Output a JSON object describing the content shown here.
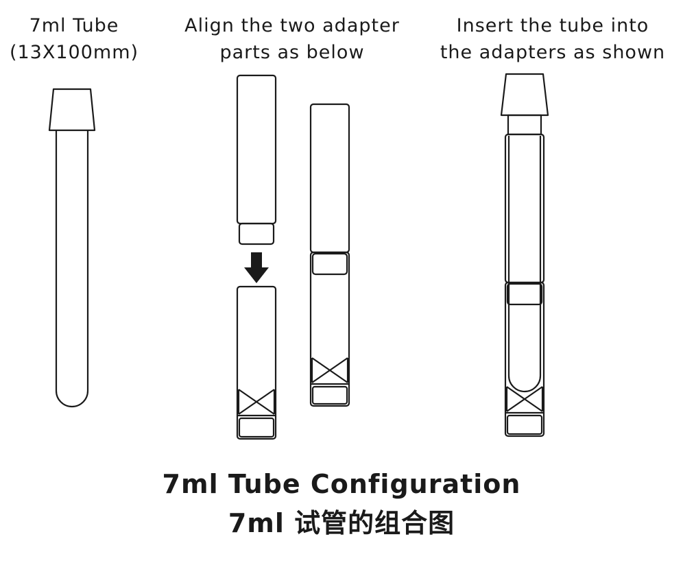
{
  "captions": {
    "tube": {
      "line1": "7ml Tube",
      "line2": "(13X100mm)"
    },
    "align": {
      "line1": "Align the two adapter",
      "line2": "parts as below"
    },
    "insert": {
      "line1": "Insert the tube into",
      "line2": "the adapters as shown"
    }
  },
  "title": {
    "english": "7ml Tube Configuration",
    "chinese": "7ml 试管的组合图"
  },
  "colors": {
    "line": "#1a1a1a",
    "background": "#ffffff"
  }
}
